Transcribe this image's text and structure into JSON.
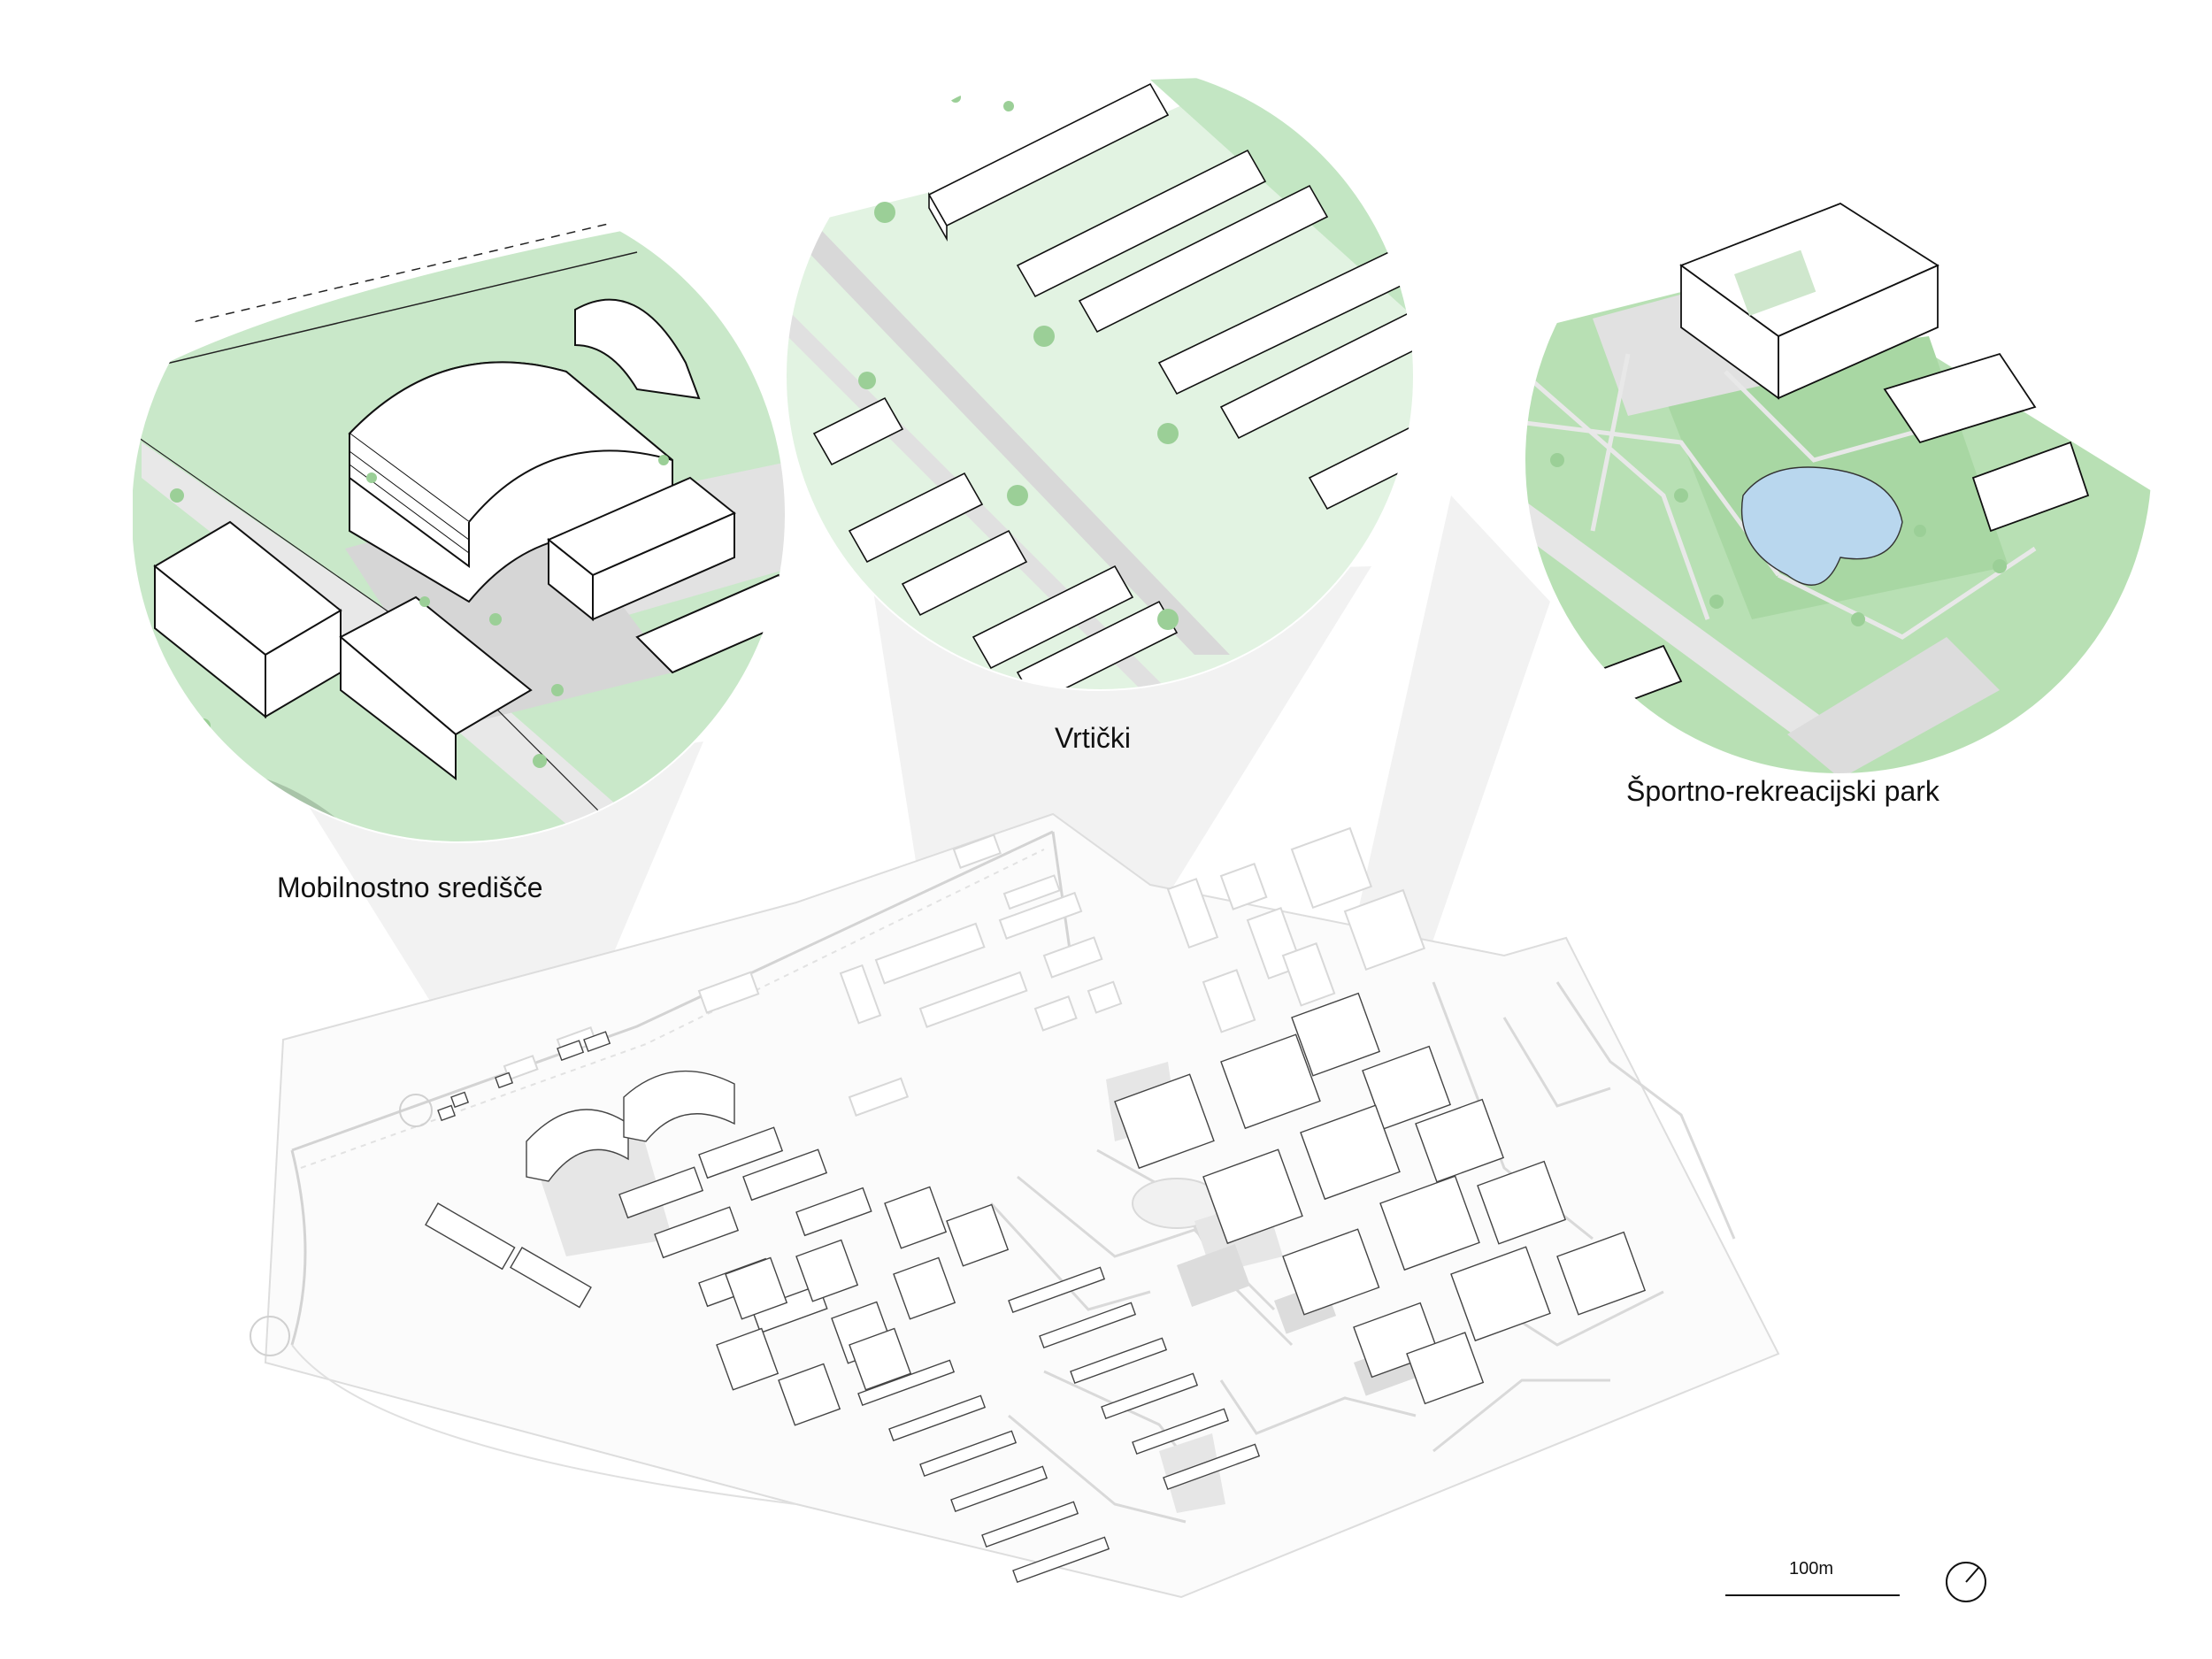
{
  "labels": {
    "mobility_center": "Mobilnostno središče",
    "gardens": "Vrtički",
    "sports_park": "Športno-rekreacijski park"
  },
  "scale_bar": {
    "text": "100m"
  },
  "icons": {
    "orientation": "compass-icon"
  },
  "colors": {
    "green_light": "#d9efd9",
    "green_mid": "#c3e6c3",
    "green_park": "#a8d7a3",
    "tree": "#9bcf97",
    "road": "#eaeaea",
    "plaza": "#dcdcdc",
    "water": "#b9d7ee",
    "line": "#111111",
    "cone": "#f3f3f3"
  }
}
